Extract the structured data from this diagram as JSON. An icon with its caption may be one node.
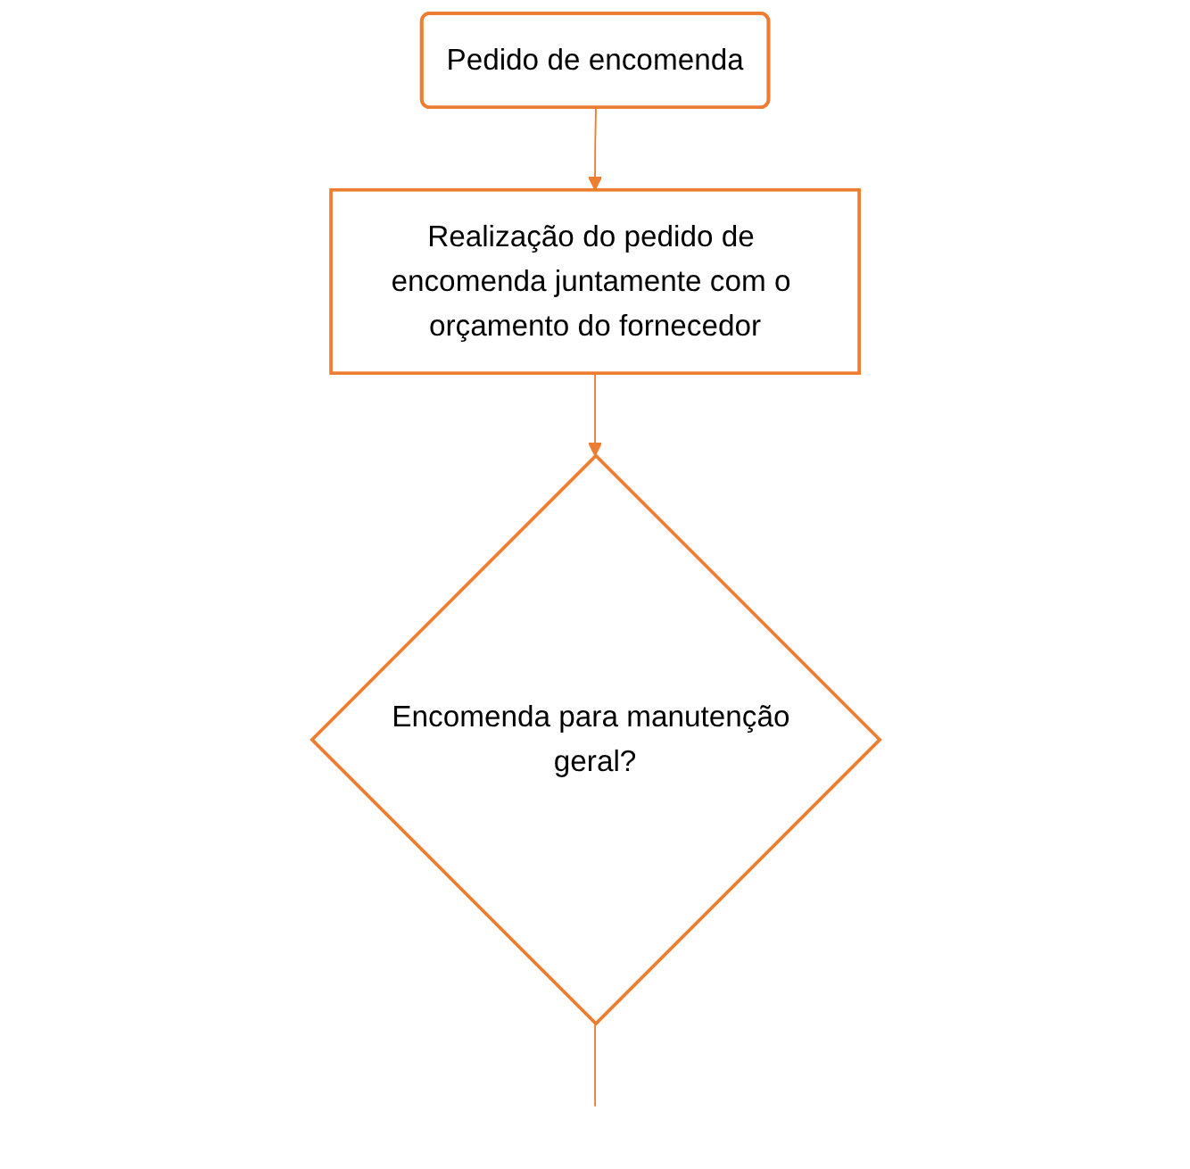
{
  "diagram": {
    "nodes": [
      {
        "text": [
          "Pedido de encomenda"
        ]
      },
      {
        "text": [
          "Realização do pedido de encomenda juntamente com o orçamento do fornecedor"
        ]
      },
      {
        "text": [
          "Encomenda para manutenção geral?"
        ]
      }
    ],
    "edges": [
      {
        "from": 0,
        "to": 1,
        "arrow": "to"
      },
      {
        "from": 1,
        "to": 2,
        "arrow": "to"
      },
      {
        "from": 2,
        "to": null,
        "arrow": "none"
      }
    ]
  }
}
